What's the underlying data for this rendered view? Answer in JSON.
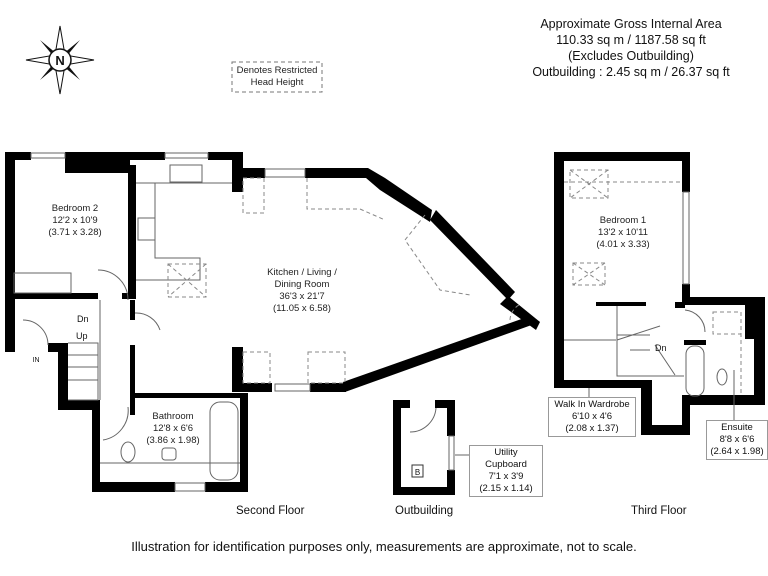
{
  "header": {
    "line1": "Approximate Gross Internal Area",
    "line2": "110.33 sq m / 1187.58 sq ft",
    "line3": "(Excludes Outbuilding)",
    "line4": "Outbuilding : 2.45 sq m / 26.37 sq ft"
  },
  "compass": {
    "letter": "N"
  },
  "legend": {
    "line1": "Denotes Restricted",
    "line2": "Head Height"
  },
  "rooms": {
    "bedroom2": {
      "name": "Bedroom 2",
      "imperial": "12'2 x 10'9",
      "metric": "(3.71 x 3.28)"
    },
    "kitchen": {
      "name1": "Kitchen / Living /",
      "name2": "Dining Room",
      "imperial": "36'3 x 21'7",
      "metric": "(11.05 x 6.58)"
    },
    "bathroom": {
      "name": "Bathroom",
      "imperial": "12'8 x 6'6",
      "metric": "(3.86 x 1.98)"
    },
    "bedroom1": {
      "name": "Bedroom 1",
      "imperial": "13'2 x 10'11",
      "metric": "(4.01 x 3.33)"
    },
    "wardrobe": {
      "name": "Walk In Wardrobe",
      "imperial": "6'10 x 4'6",
      "metric": "(2.08 x 1.37)"
    },
    "ensuite": {
      "name": "Ensuite",
      "imperial": "8'8 x 6'6",
      "metric": "(2.64 x 1.98)"
    },
    "utility": {
      "name": "Utility Cupboard",
      "imperial": "7'1 x 3'9",
      "metric": "(2.15 x 1.14)"
    }
  },
  "marks": {
    "dn": "Dn",
    "up": "Up",
    "in": "IN",
    "boiler": "B"
  },
  "floors": {
    "second": "Second Floor",
    "outbuilding": "Outbuilding",
    "third": "Third Floor"
  },
  "footer": "Illustration for identification purposes only, measurements are approximate, not to scale."
}
